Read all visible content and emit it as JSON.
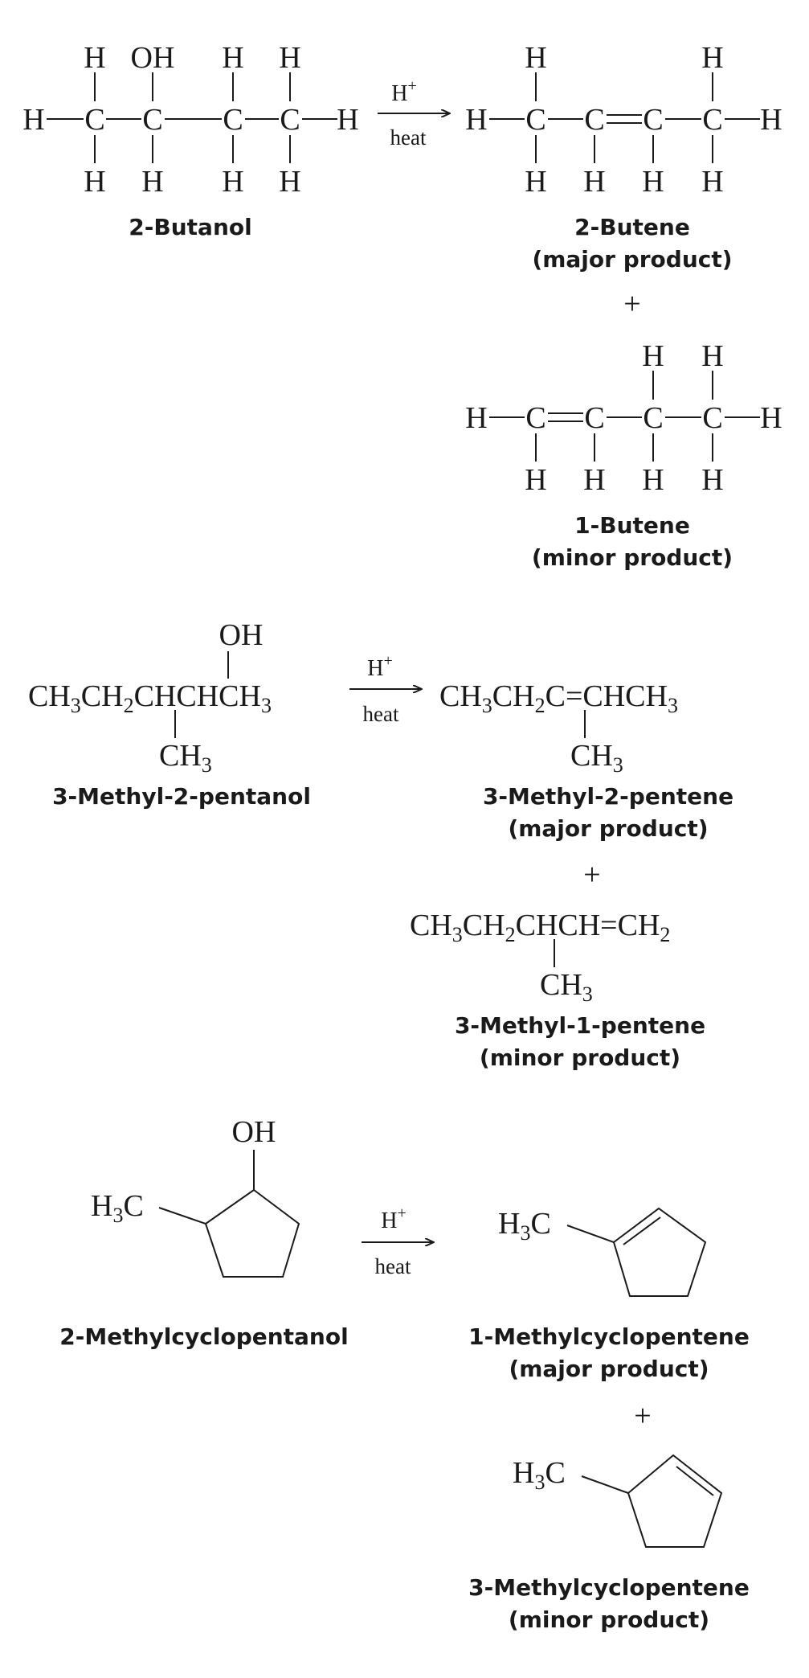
{
  "atoms": {
    "H": "H",
    "C": "C",
    "OH": "OH"
  },
  "groups": {
    "CH": "CH",
    "CH2": "CH",
    "CH3": "CH",
    "H3C": "H",
    "sub2": "2",
    "sub3": "3",
    "C_tail": "C"
  },
  "reagent": {
    "catalyst": "H",
    "charge": "+",
    "condition": "heat",
    "plus": "+"
  },
  "reaction1": {
    "reactant_name": "2-Butanol",
    "major_name": "2-Butene",
    "major_note": "(major product)",
    "minor_name": "1-Butene",
    "minor_note": "(minor product)"
  },
  "reaction2": {
    "reactant_name": "3-Methyl-2-pentanol",
    "major_name": "3-Methyl-2-pentene",
    "major_note": "(major product)",
    "minor_name": "3-Methyl-1-pentene",
    "minor_note": "(minor product)",
    "frag_CHCHCH": "CHCHCH",
    "frag_eqCHCH": "=CHCH",
    "frag_CHCH_eq": "CHCH=CH"
  },
  "reaction3": {
    "reactant_name": "2-Methylcyclopentanol",
    "major_name": "1-Methylcyclopentene",
    "major_note": "(major product)",
    "minor_name": "3-Methylcyclopentene",
    "minor_note": "(minor product)"
  }
}
